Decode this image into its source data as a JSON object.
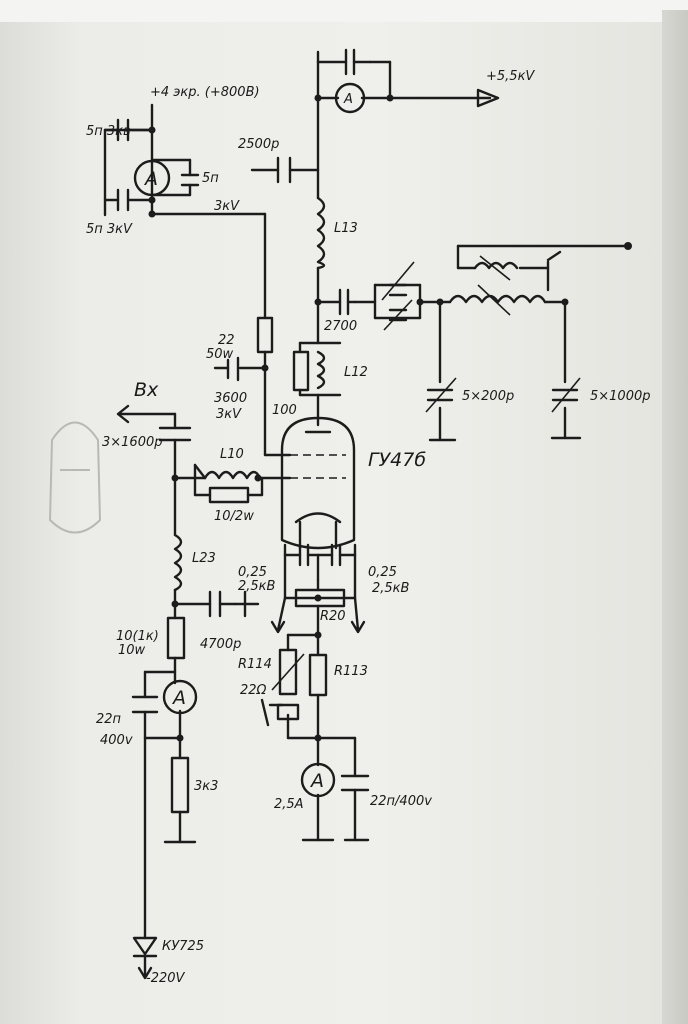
{
  "labels": {
    "anode_supply": "+4 экр. (+800В)",
    "hv": "+5,5кV",
    "c_top_left_1": "5п 3кв",
    "c_top_left_2": "5п",
    "c_top_left_3": "3кV",
    "c_top_left_4": "5п 3кV",
    "c2500": "2500р",
    "l13": "L13",
    "c2700": "2700",
    "r22": "22",
    "r22_w": "50w",
    "c3600": "3600",
    "c3600_v": "3кV",
    "l12": "L12",
    "r100": "100",
    "tube": "ГУ47б",
    "input": "Вх",
    "c_in": "3×1600р",
    "l10": "L10",
    "r10": "10/2w",
    "c5x200": "5×200р",
    "c5x1000": "5×1000р",
    "l23": "L23",
    "c025a": "0,25",
    "c025a_v": "2,5кВ",
    "c025b": "0,25",
    "c025b_v": "2,5кВ",
    "r10k": "10(1к)",
    "r10k_w": "10w",
    "c4700": "4700р",
    "r20": "R20",
    "r114": "R114",
    "r22ohm": "22Ω",
    "r113": "R113",
    "c22n": "22п",
    "c22n_v": "400v",
    "r3k3": "3к3",
    "meter_25": "2,5А",
    "c22n_400": "22п/400v",
    "diode": "КУ725",
    "neg": "-220V",
    "meter": "A"
  }
}
